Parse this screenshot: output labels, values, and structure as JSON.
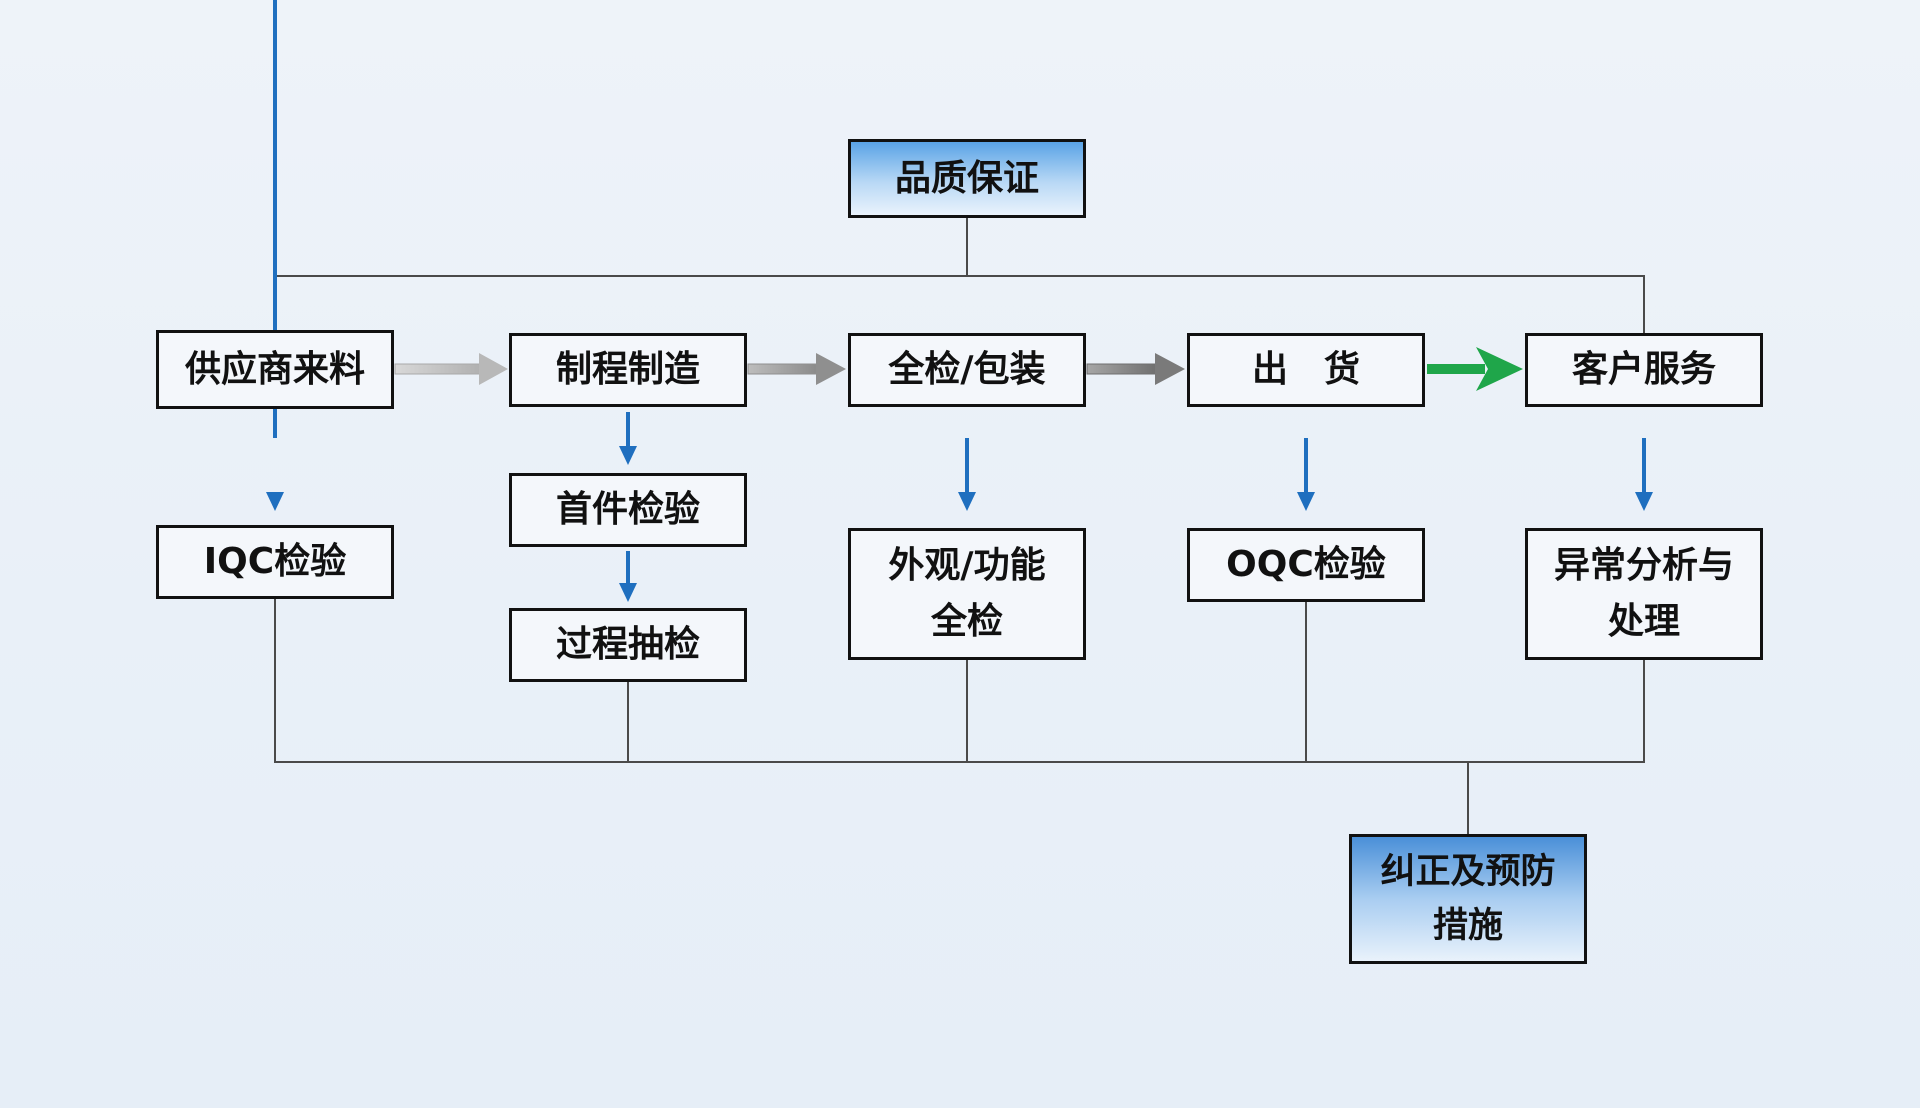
{
  "nodes": {
    "top": "品质保证",
    "supplier": "供应商来料",
    "process": "制程制造",
    "full_inspect_pack": "全检/包装",
    "shipping": "出　货",
    "customer_service": "客户服务",
    "iqc": "IQC检验",
    "first_article": "首件检验",
    "process_sampling": "过程抽检",
    "appearance_function": "外观/功能\n全检",
    "oqc": "OQC检验",
    "exception_analysis": "异常分析与\n处理",
    "corrective_preventive": "纠正及预防\n措施"
  },
  "colors": {
    "line": "#4a4a4a",
    "down_arrow": "#1f6fbf",
    "flow_arrow_light": "#c2c2c2",
    "flow_arrow_dark": "#8a8a8a",
    "flow_arrow_green": "#1fa64a",
    "header_fill_top": "#5aa3e6",
    "footer_fill_top": "#4a8fd8"
  }
}
